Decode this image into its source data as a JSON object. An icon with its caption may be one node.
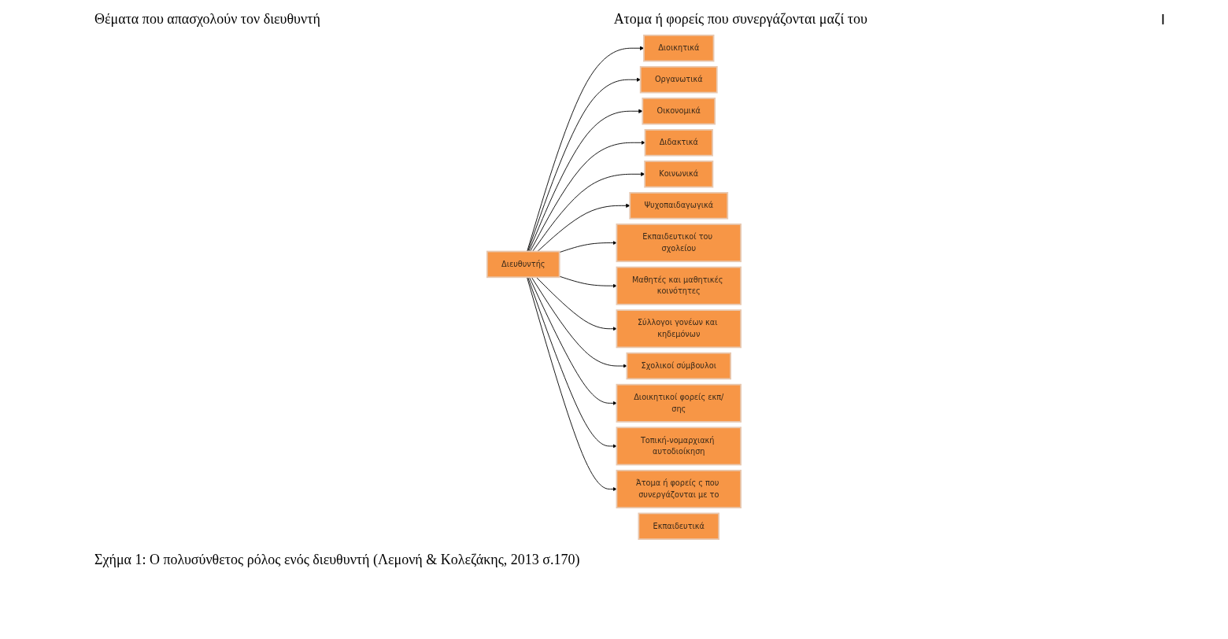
{
  "diagram": {
    "caption": "Σχήμα 1: Ο πολυσύνθετος ρόλος ενός διευθυντή (Λεμονή & Κολεζάκης, 2013 σ.170)",
    "nodes": [
      {
        "text": [
          "Διοικητικά"
        ]
      },
      {
        "text": [
          "Οργανωτικά"
        ]
      },
      {
        "text": [
          "Οικονομικά"
        ]
      },
      {
        "text": [
          "Διδακτικά"
        ]
      },
      {
        "text": [
          "Εκπαιδευτικά"
        ]
      },
      {
        "text": [
          "Κοινωνικά"
        ]
      },
      {
        "text": [
          "Ψυχοπαιδαγωγικά"
        ]
      },
      {
        "text": [
          "Διευθυντής"
        ]
      },
      {
        "text": [
          "Εκπαιδευτικοί του σχολείου"
        ]
      },
      {
        "text": [
          "Μαθητές και μαθητικές κοινότητες"
        ]
      },
      {
        "text": [
          "Σύλλογοι γονέων και κηδεμόνων"
        ]
      },
      {
        "text": [
          "Σχολικοί σύμβουλοι"
        ]
      },
      {
        "text": [
          "Διοικητικοί φορείς εκπ/σης"
        ]
      },
      {
        "text": [
          "Τοπική-νομαρχιακή αυτοδιοίκηση"
        ]
      },
      {
        "text": [
          "Άτομα ή φορείς ς που συνεργάζονται με το"
        ]
      }
    ],
    "edges": [
      {
        "from": 7,
        "to": 0,
        "arrow": "to"
      },
      {
        "from": 7,
        "to": 1,
        "arrow": "to"
      },
      {
        "from": 7,
        "to": 2,
        "arrow": "to"
      },
      {
        "from": 7,
        "to": 3,
        "arrow": "to"
      },
      {
        "from": 7,
        "to": 5,
        "arrow": "to"
      },
      {
        "from": 7,
        "to": 6,
        "arrow": "to"
      },
      {
        "from": 7,
        "to": 8,
        "arrow": "to"
      },
      {
        "from": 7,
        "to": 9,
        "arrow": "to"
      },
      {
        "from": 7,
        "to": 10,
        "arrow": "to"
      },
      {
        "from": 7,
        "to": 11,
        "arrow": "to"
      },
      {
        "from": 7,
        "to": 12,
        "arrow": "to"
      },
      {
        "from": 7,
        "to": 13,
        "arrow": "to"
      },
      {
        "from": 7,
        "to": 14,
        "arrow": "to"
      }
    ],
    "labels": [
      "Θέματα που απασχολούν τον διευθυντή",
      "Ατομα ή φορείς που συνεργάζονται μαζί του",
      "I"
    ]
  }
}
